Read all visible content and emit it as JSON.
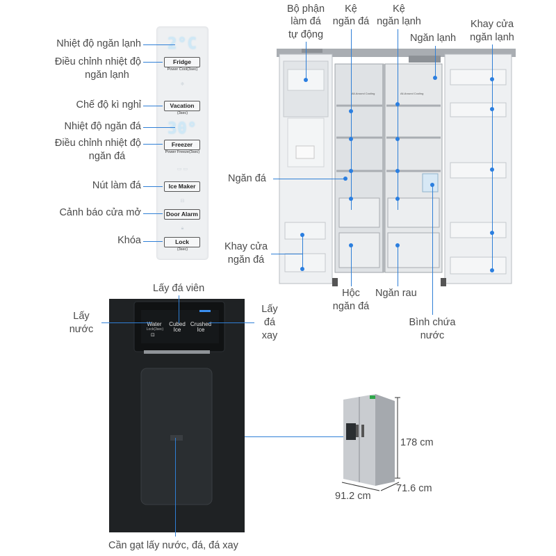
{
  "panel": {
    "fridge_temp_display": "2°C",
    "freezer_temp_display": "30°",
    "buttons": {
      "fridge": "Fridge",
      "fridge_sub": "Power Cool(3sec)",
      "vacation": "Vacation",
      "vacation_sub": "(3sec)",
      "freezer": "Freezer",
      "freezer_sub": "Power Freeze(3sec)",
      "ice_maker": "Ice Maker",
      "door_alarm": "Door Alarm",
      "lock": "Lock",
      "lock_sub": "(3sec)"
    }
  },
  "panel_labels": {
    "fridge_temp": "Nhiệt độ ngăn lạnh",
    "fridge_adjust_1": "Điều chỉnh nhiệt độ",
    "fridge_adjust_2": "ngăn lạnh",
    "vacation_mode": "Chế độ kì nghỉ",
    "freezer_temp": "Nhiệt độ ngăn đá",
    "freezer_adjust_1": "Điều chỉnh nhiệt độ",
    "freezer_adjust_2": "ngăn đá",
    "ice_button": "Nút làm đá",
    "door_alert": "Cảnh báo cửa mở",
    "lock": "Khóa"
  },
  "fridge_labels": {
    "ice_maker_1": "Bộ phận",
    "ice_maker_2": "làm đá",
    "ice_maker_3": "tự động",
    "freezer_shelf_1": "Kệ",
    "freezer_shelf_2": "ngăn đá",
    "fridge_shelf_1": "Kệ",
    "fridge_shelf_2": "ngăn lạnh",
    "fridge_compartment": "Ngăn lạnh",
    "fridge_door_tray_1": "Khay cửa",
    "fridge_door_tray_2": "ngăn lạnh",
    "freezer_compartment": "Ngăn đá",
    "freezer_door_tray_1": "Khay cửa",
    "freezer_door_tray_2": "ngăn đá",
    "freezer_drawer_1": "Hộc",
    "freezer_drawer_2": "ngăn đá",
    "vegetable_drawer": "Ngăn rau",
    "water_tank_1": "Bình chứa",
    "water_tank_2": "nước",
    "interior_text_left": "All-Around Cooling",
    "interior_text_right": "All-Around Cooling"
  },
  "dispenser": {
    "water": "Water",
    "water_sub": "Lock(3sec)",
    "cubed_1": "Cubed",
    "cubed_2": "Ice",
    "crushed_1": "Crushed",
    "crushed_2": "Ice",
    "label_cubed": "Lấy đá viên",
    "label_water_1": "Lấy",
    "label_water_2": "nước",
    "label_crushed_1": "Lấy",
    "label_crushed_2": "đá",
    "label_crushed_3": "xay",
    "label_lever": "Cần gạt lấy nước, đá, đá xay"
  },
  "dimensions": {
    "height": "178 cm",
    "width": "91.2 cm",
    "depth": "71.6 cm"
  },
  "colors": {
    "accent_blue": "#2a7ee0",
    "panel_bg": "#eef0f2",
    "dispenser_bg": "#1f2224",
    "fridge_steel": "#c9ccd0"
  }
}
